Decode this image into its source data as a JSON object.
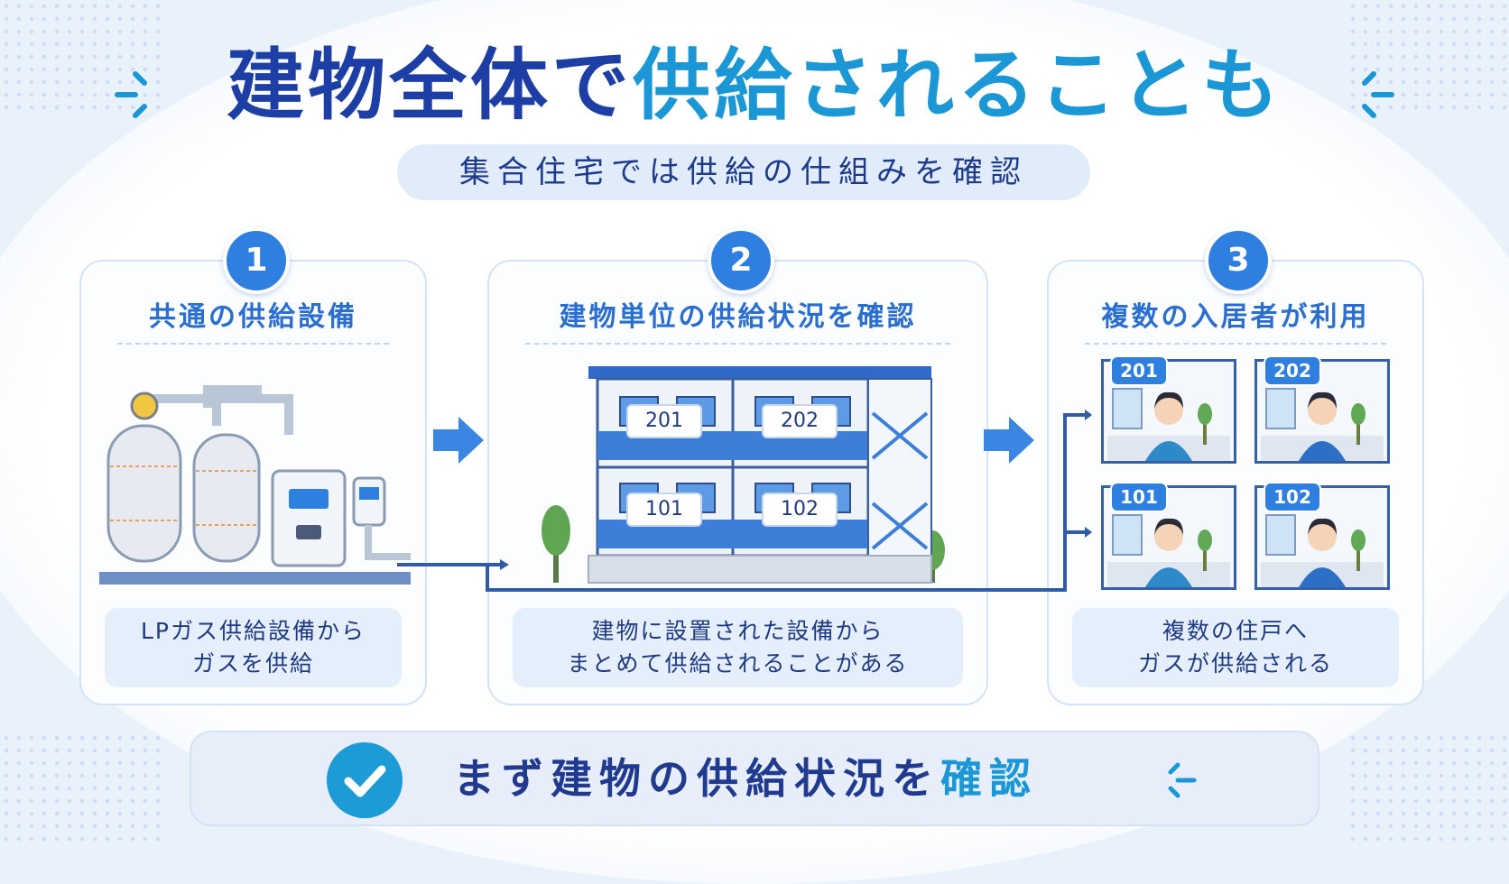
{
  "title": {
    "part1": "建物全体で",
    "part2": "供給されることも"
  },
  "subtitle": "集合住宅では供給の仕組みを確認",
  "steps": [
    {
      "number": "1",
      "title": "共通の供給設備",
      "desc_line1": "LPガス供給設備から",
      "desc_line2": "ガスを供給"
    },
    {
      "number": "2",
      "title": "建物単位の供給状況を確認",
      "desc_line1": "建物に設置された設備から",
      "desc_line2": "まとめて供給されることがある"
    },
    {
      "number": "3",
      "title": "複数の入居者が利用",
      "desc_line1": "複数の住戸へ",
      "desc_line2": "ガスが供給される"
    }
  ],
  "building_units": [
    "201",
    "202",
    "101",
    "102"
  ],
  "room_labels": [
    "201",
    "202",
    "101",
    "102"
  ],
  "conclusion": {
    "part1": "まず建物の供給状況を",
    "part2": "確認"
  },
  "colors": {
    "navy": "#1d3ea5",
    "cyan": "#1a97d4",
    "accent_blue": "#2f7fe0"
  },
  "icons": {
    "check": "check-circle-icon",
    "arrow": "arrow-right-icon"
  }
}
